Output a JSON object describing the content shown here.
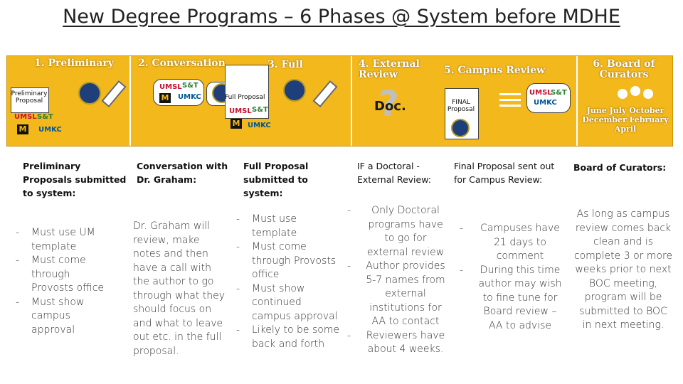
{
  "title": "New Degree Programs – 6 Phases @ System before MDHE",
  "banner": {
    "phases": [
      "1. Preliminary",
      "2. Conversation",
      "3. Full",
      "4. External Review",
      "5. Campus Review",
      "6. Board of Curators"
    ],
    "doc_labels": {
      "preliminary": "Preliminary Proposal",
      "full": "Full Proposal",
      "final": "FINAL Proposal",
      "doc": "Doc."
    },
    "logos": {
      "umsl": "UMSL",
      "sandt": "S&T",
      "umkc": "UMKC",
      "mu": "M"
    },
    "months": "June July October December February April",
    "colors": {
      "banner": "#f2b81c",
      "seal": "#1f3f7a",
      "umsl_red": "#c8102e",
      "sandt_green": "#2e7d32",
      "umkc_blue": "#005596"
    }
  },
  "columns": [
    {
      "head": "Preliminary Proposals submitted to system:",
      "items": [
        "Must use UM template",
        "Must come through Provosts office",
        "Must show campus approval"
      ]
    },
    {
      "head": "Conversation with Dr. Graham:",
      "paragraph": "Dr. Graham will review, make notes and then have a call with the author to go through what they should focus on and what to leave out etc. in the full proposal."
    },
    {
      "head": "Full Proposal submitted to system:",
      "items": [
        "Must use template",
        "Must come through Provosts office",
        "Must show continued campus approval",
        "Likely to be some back and forth"
      ]
    },
    {
      "head": "IF a Doctoral - External Review:",
      "items": [
        "Only Doctoral programs have to go for external review",
        "Author provides 5-7 names from external institutions for AA to contact",
        "Reviewers have about 4 weeks."
      ]
    },
    {
      "head": "Final Proposal sent out for Campus Review:",
      "items": [
        "Campuses have 21 days to comment",
        "During this time author may wish to fine tune for Board review – AA to advise"
      ]
    },
    {
      "head": "Board of Curators:",
      "paragraph": "As long as campus review comes back clean and is complete 3 or more weeks prior to next BOC meeting, program will be submitted to BOC in next meeting."
    }
  ]
}
